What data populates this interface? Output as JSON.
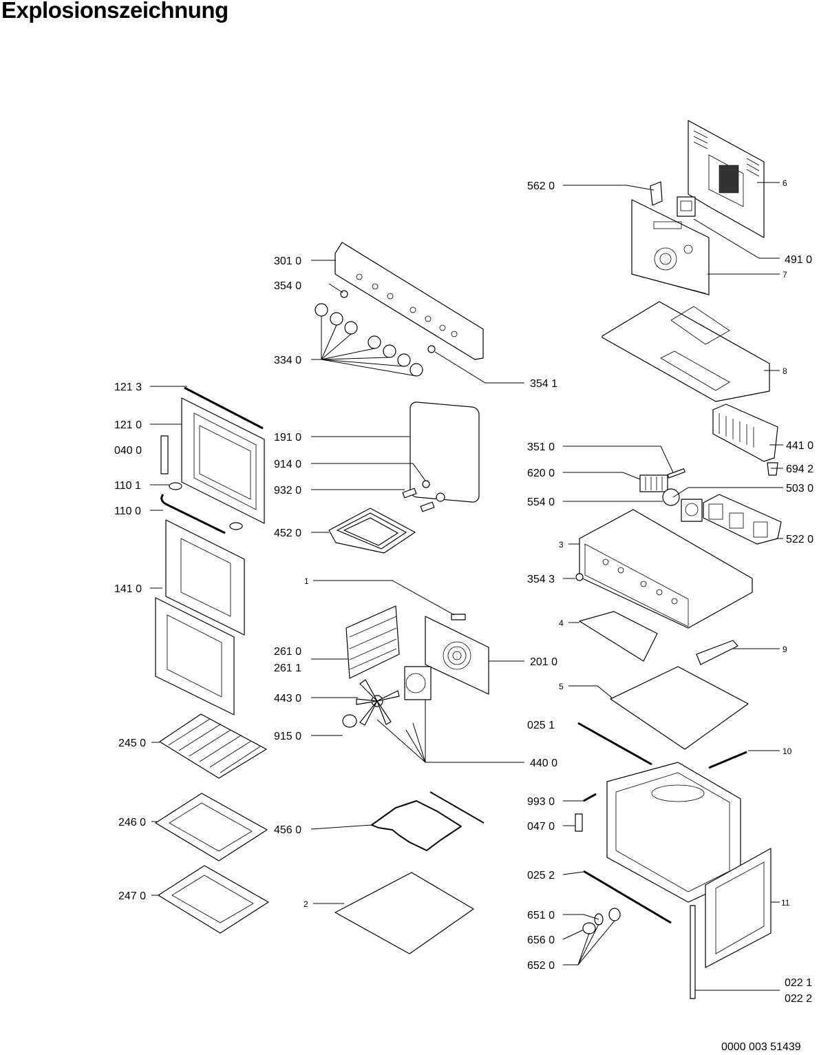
{
  "title": "Explosionszeichnung",
  "document_number": "0000 003 51439",
  "part_labels": [
    {
      "id": "p6",
      "text": "6"
    },
    {
      "id": "p5620",
      "text": "562 0"
    },
    {
      "id": "p4910",
      "text": "491 0"
    },
    {
      "id": "p3010",
      "text": "301 0"
    },
    {
      "id": "p3540",
      "text": "354 0"
    },
    {
      "id": "p7",
      "text": "7"
    },
    {
      "id": "p3340",
      "text": "334 0"
    },
    {
      "id": "p8",
      "text": "8"
    },
    {
      "id": "p3541",
      "text": "354 1"
    },
    {
      "id": "p1213",
      "text": "121 3"
    },
    {
      "id": "p1210",
      "text": "121 0"
    },
    {
      "id": "p1910",
      "text": "191 0"
    },
    {
      "id": "p4410",
      "text": "441 0"
    },
    {
      "id": "p0400",
      "text": "040 0"
    },
    {
      "id": "p3510",
      "text": "351 0"
    },
    {
      "id": "p9140",
      "text": "914 0"
    },
    {
      "id": "p6942",
      "text": "694 2"
    },
    {
      "id": "p6200",
      "text": "620 0"
    },
    {
      "id": "p1101",
      "text": "110 1"
    },
    {
      "id": "p9320",
      "text": "932 0"
    },
    {
      "id": "p5030",
      "text": "503 0"
    },
    {
      "id": "p5540",
      "text": "554 0"
    },
    {
      "id": "p1100",
      "text": "110 0"
    },
    {
      "id": "p4520",
      "text": "452 0"
    },
    {
      "id": "p5220",
      "text": "522 0"
    },
    {
      "id": "p3",
      "text": "3"
    },
    {
      "id": "p1",
      "text": "1"
    },
    {
      "id": "p3543",
      "text": "354 3"
    },
    {
      "id": "p1410",
      "text": "141 0"
    },
    {
      "id": "p4",
      "text": "4"
    },
    {
      "id": "p9",
      "text": "9"
    },
    {
      "id": "p2610",
      "text": "261 0"
    },
    {
      "id": "p2011",
      "text": "201 0"
    },
    {
      "id": "p2611",
      "text": "261 1"
    },
    {
      "id": "p5",
      "text": "5"
    },
    {
      "id": "p4430",
      "text": "443 0"
    },
    {
      "id": "p0251",
      "text": "025 1"
    },
    {
      "id": "p9150",
      "text": "915 0"
    },
    {
      "id": "p2450",
      "text": "245 0"
    },
    {
      "id": "p10",
      "text": "10"
    },
    {
      "id": "p4400",
      "text": "440 0"
    },
    {
      "id": "p9930",
      "text": "993 0"
    },
    {
      "id": "p2460",
      "text": "246 0"
    },
    {
      "id": "p4560",
      "text": "456 0"
    },
    {
      "id": "p0470",
      "text": "047 0"
    },
    {
      "id": "p0252",
      "text": "025 2"
    },
    {
      "id": "p2470",
      "text": "247 0"
    },
    {
      "id": "p2",
      "text": "2"
    },
    {
      "id": "p11",
      "text": "11"
    },
    {
      "id": "p6510",
      "text": "651 0"
    },
    {
      "id": "p6560",
      "text": "656 0"
    },
    {
      "id": "p6520",
      "text": "652 0"
    },
    {
      "id": "p0221",
      "text": "022 1"
    },
    {
      "id": "p0222",
      "text": "022 2"
    }
  ]
}
